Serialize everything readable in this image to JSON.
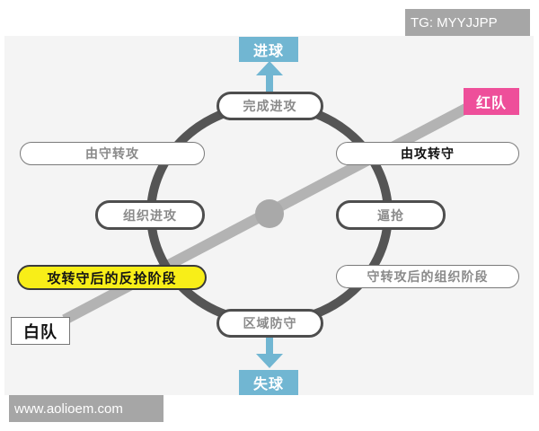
{
  "watermarks": {
    "top_right": "TG: MYYJJPP",
    "bottom_left": "www.aolioem.com"
  },
  "outcomes": {
    "goal": "进球",
    "concede": "失球"
  },
  "teams": {
    "red": "红队",
    "white": "白队"
  },
  "cycle": {
    "top": "完成进攻",
    "bottom": "区域防守",
    "left": "组织进攻",
    "right": "逼抢"
  },
  "transitions": {
    "defense_to_attack": "由守转攻",
    "attack_to_defense": "由攻转守",
    "counter_press_after_loss": "攻转守后的反抢阶段",
    "organize_after_win": "守转攻后的组织阶段"
  },
  "colors": {
    "panel_bg": "#f4f4f4",
    "cycle_ring": "#555555",
    "team_line": "#b3b3b3",
    "outcome_box": "#71b6d2",
    "red_team": "#ee4f9a",
    "highlight": "#f8ee18",
    "watermark_bg": "#a6a6a6"
  }
}
